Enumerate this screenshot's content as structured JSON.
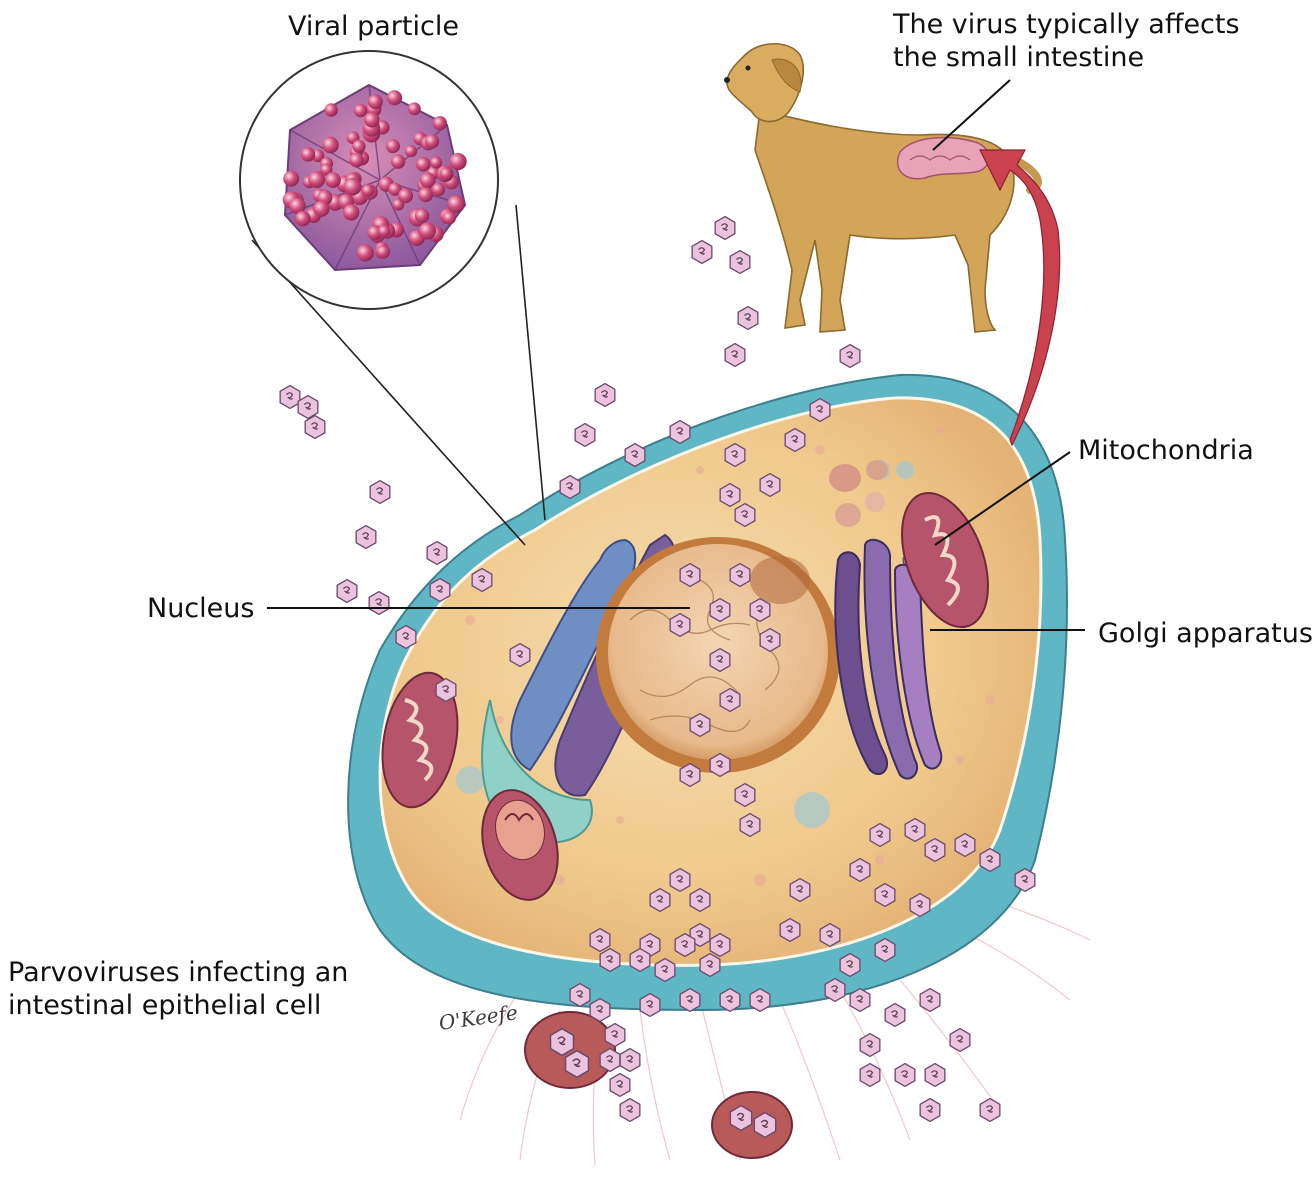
{
  "labels": {
    "viral_particle": "Viral particle",
    "virus_affects_line1": "The virus typically affects",
    "virus_affects_line2": "the small intestine",
    "mitochondria": "Mitochondria",
    "nucleus": "Nucleus",
    "golgi": "Golgi apparatus",
    "caption_line1": "Parvoviruses infecting an",
    "caption_line2": "intestinal epithelial cell"
  },
  "signature": "O'Keefe",
  "colors": {
    "cytoplasm": "#f0c98a",
    "membrane_outer": "#5fb6c4",
    "nucleus": "#e9b98a",
    "mitochondria": "#b5546a",
    "golgi": "#6d4f8f",
    "virus": "#e7b9d6",
    "viral_particle": "#c24a76",
    "dog": "#d3a559",
    "arrow": "#c9424e"
  },
  "icons": {
    "dog": "dog-illustration",
    "virus": "virus-hexagon"
  }
}
